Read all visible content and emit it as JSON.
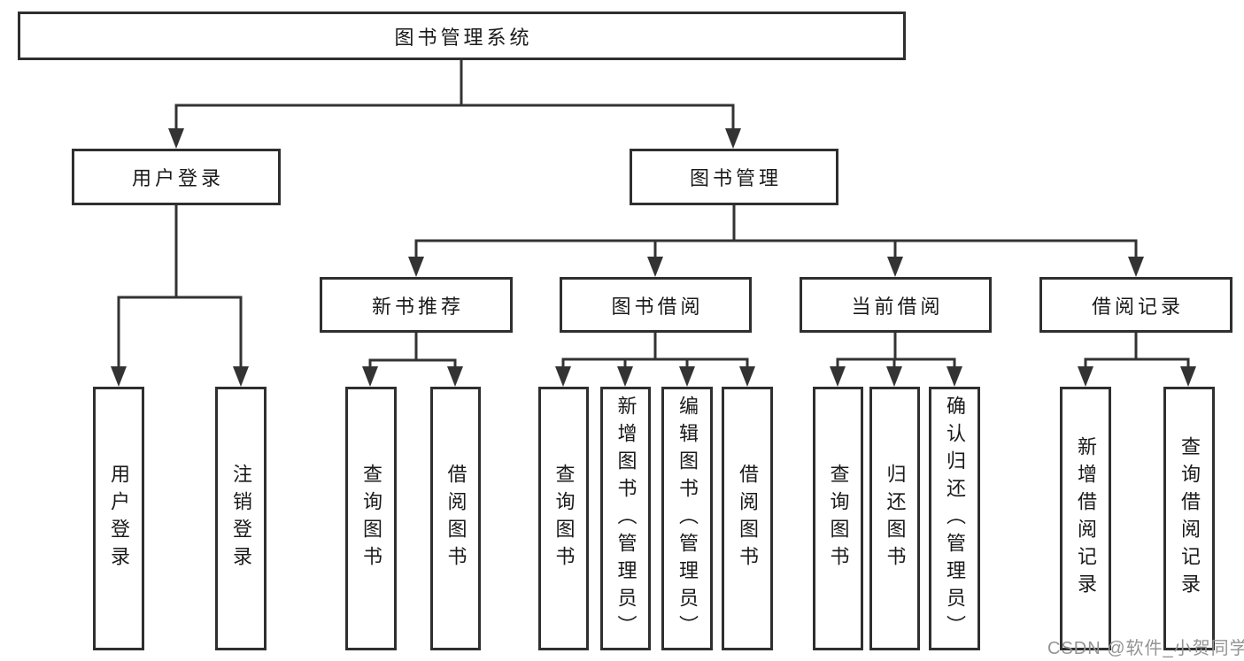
{
  "tree": {
    "label": "图书管理系统",
    "children": [
      {
        "label": "用户登录",
        "children": [
          {
            "label": "用户登录"
          },
          {
            "label": "注销登录"
          }
        ]
      },
      {
        "label": "图书管理",
        "children": [
          {
            "label": "新书推荐",
            "children": [
              {
                "label": "查询图书"
              },
              {
                "label": "借阅图书"
              }
            ]
          },
          {
            "label": "图书借阅",
            "children": [
              {
                "label": "查询图书"
              },
              {
                "label": "新增图书（管理员）"
              },
              {
                "label": "编辑图书（管理员）"
              },
              {
                "label": "借阅图书"
              }
            ]
          },
          {
            "label": "当前借阅",
            "children": [
              {
                "label": "查询图书"
              },
              {
                "label": "归还图书"
              },
              {
                "label": "确认归还（管理员）"
              }
            ]
          },
          {
            "label": "借阅记录",
            "children": [
              {
                "label": "新增借阅记录"
              },
              {
                "label": "查询借阅记录"
              }
            ]
          }
        ]
      }
    ]
  },
  "watermark": {
    "text": "CSDN @软件_小贺同学"
  },
  "colors": {
    "line": "#333333",
    "border": "#2f2f2f",
    "text": "#1a1a1a",
    "watermark": "#949494",
    "background": "#ffffff"
  }
}
